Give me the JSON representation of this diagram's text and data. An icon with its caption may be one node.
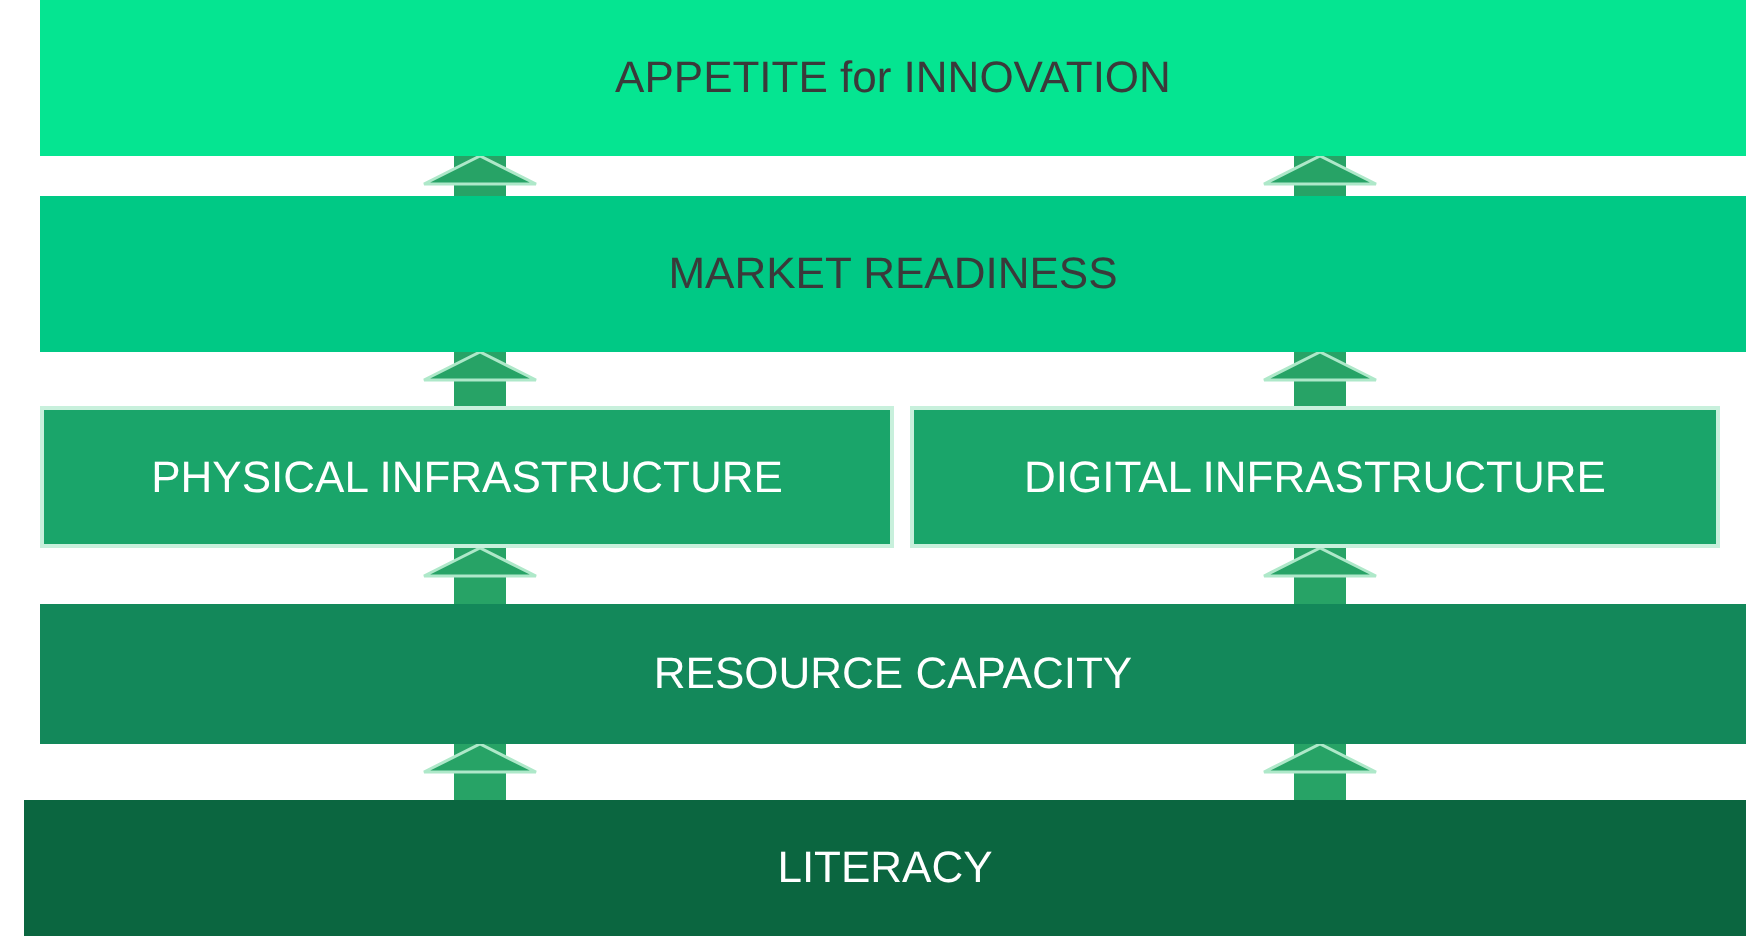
{
  "diagram": {
    "nodes": [
      {
        "text": [
          "APPETITE for INNOVATION"
        ]
      },
      {
        "text": [
          "MARKET READINESS"
        ]
      },
      {
        "text": [
          "PHYSICAL INFRASTRUCTURE"
        ]
      },
      {
        "text": [
          "DIGITAL INFRASTRUCTURE"
        ]
      },
      {
        "text": [
          "RESOURCE CAPACITY"
        ]
      },
      {
        "text": [
          "LITERACY"
        ]
      }
    ],
    "edges": [
      {
        "from": 5,
        "to": 4,
        "arrow": "to"
      },
      {
        "from": 5,
        "to": 4,
        "arrow": "to"
      },
      {
        "from": 4,
        "to": 2,
        "arrow": "to"
      },
      {
        "from": 4,
        "to": 3,
        "arrow": "to"
      },
      {
        "from": 2,
        "to": 1,
        "arrow": "to"
      },
      {
        "from": 3,
        "to": 1,
        "arrow": "to"
      },
      {
        "from": 1,
        "to": 0,
        "arrow": "to"
      },
      {
        "from": 1,
        "to": 0,
        "arrow": "to"
      }
    ]
  }
}
